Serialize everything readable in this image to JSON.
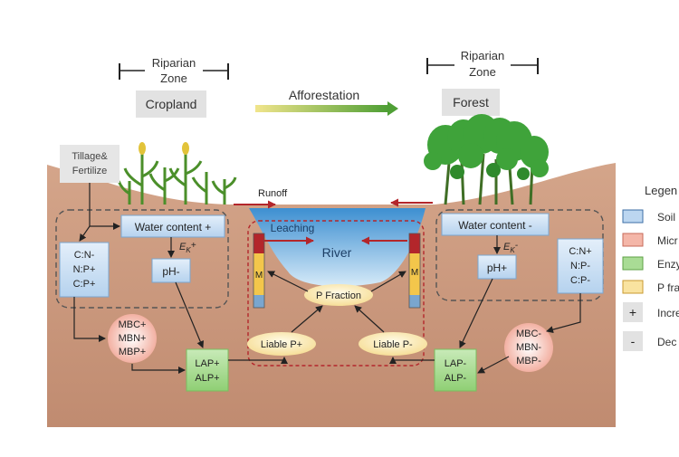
{
  "header": {
    "riparian_left": [
      "Riparian",
      "Zone"
    ],
    "riparian_right": [
      "Riparian",
      "Zone"
    ],
    "cropland_label": "Cropland",
    "afforestation_label": "Afforestation",
    "forest_label": "Forest"
  },
  "left": {
    "tillage_label": [
      "Tillage&",
      "Fertilize"
    ],
    "water_content": "Water content +",
    "ek": "E",
    "ek_sub": "K",
    "ek_sign": "+",
    "ph": "pH-",
    "ratios": [
      "C:N-",
      "N:P+",
      "C:P+"
    ],
    "microbes": [
      "MBC+",
      "MBN+",
      "MBP+"
    ],
    "enzymes": [
      "LAP+",
      "ALP+"
    ]
  },
  "center": {
    "runoff": "Runoff",
    "leaching": "Leaching",
    "river": "River",
    "p_fraction": "P Fraction",
    "liable_plus": "Liable P+",
    "liable_minus": "Liable P-",
    "column_labels": [
      "M",
      "M"
    ]
  },
  "right": {
    "water_content": "Water content -",
    "ek": "E",
    "ek_sub": "K",
    "ek_sign": "-",
    "ph": "pH+",
    "ratios": [
      "C:N+",
      "N:P-",
      "C:P-"
    ],
    "microbes": [
      "MBC-",
      "MBN-",
      "MBP-"
    ],
    "enzymes": [
      "LAP-",
      "ALP-"
    ]
  },
  "legend": {
    "title": "Legen",
    "items": [
      "Soil",
      "Micr",
      "Enzy",
      "P fra",
      "Incre",
      "Dec"
    ],
    "plus_sign": "+",
    "minus_sign": "-"
  },
  "colors": {
    "soil": "#c9977a",
    "soil_blue": "#bcd6f0",
    "microbe": "#f4b6a8",
    "enzyme": "#a9dc95",
    "p_fraction": "#f9e3a0",
    "river": "#6fb1e3",
    "arrow_red": "#b3262b",
    "afforestation_arrow": "#6db83e"
  }
}
